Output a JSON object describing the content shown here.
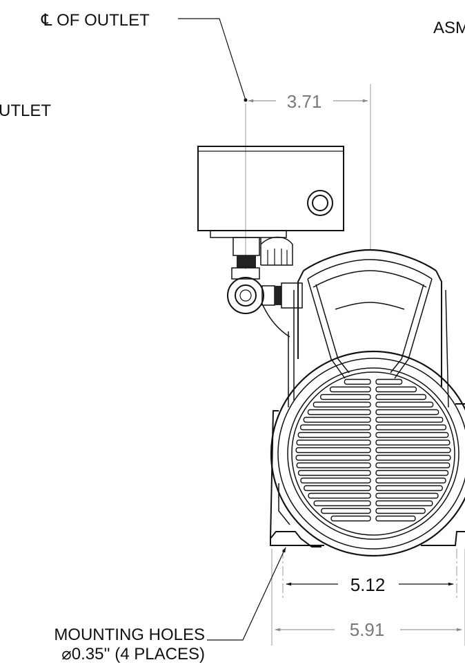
{
  "labels": {
    "centerline_outlet": "℄ OF OUTLET",
    "asm_partial": "ASM",
    "outlet_partial": "UTLET",
    "mounting_holes_line1": "MOUNTING HOLES",
    "mounting_holes_line2": "⌀0.35'' (4 PLACES)"
  },
  "dimensions": {
    "outlet_offset": "3.71",
    "hole_spacing": "5.12",
    "base_width": "5.91"
  },
  "colors": {
    "line": "#111111",
    "dimension": "#7a7a7a"
  }
}
